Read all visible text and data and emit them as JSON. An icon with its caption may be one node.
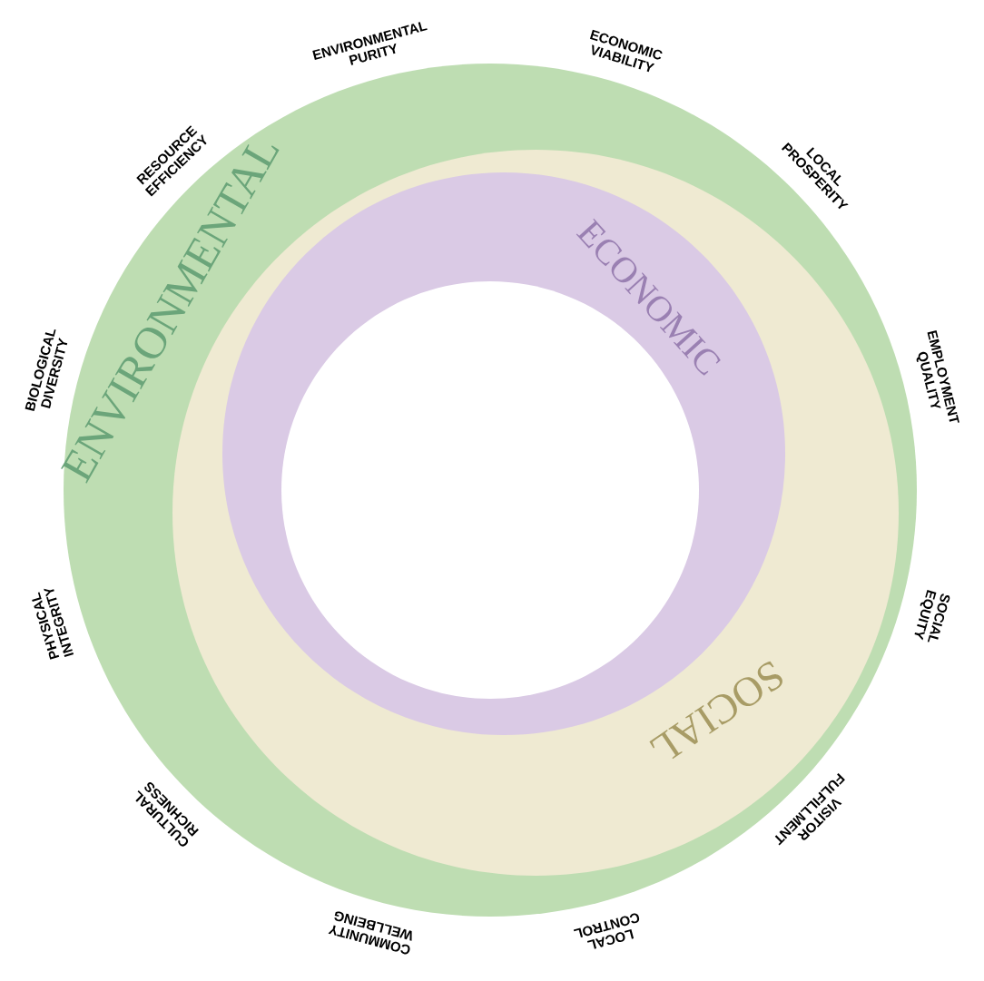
{
  "diagram": {
    "nodes": [
      {
        "text": [
          "ENVIRONMENTAL"
        ]
      },
      {
        "text": [
          "SOCIAL"
        ],
        "in": 0
      },
      {
        "text": [
          "ECONOMIC"
        ],
        "in": 1
      }
    ],
    "labels": [
      "ECONOMIC VIABILITY",
      "LOCAL PROSPERITY",
      "EMPLOYMENT QUALITY",
      "SOCIAL EQUITY",
      "VISITOR FULFILLMENT",
      "LOCAL CONTROL",
      "COMMUNITY WELLBEING",
      "CULTURAL RICHNESS",
      "PHYSICAL INTEGRITY",
      "BIOLOGICAL DIVERSITY",
      "RESOURCE EFFICIENCY",
      "ENVIRONMENTAL PURITY"
    ]
  }
}
